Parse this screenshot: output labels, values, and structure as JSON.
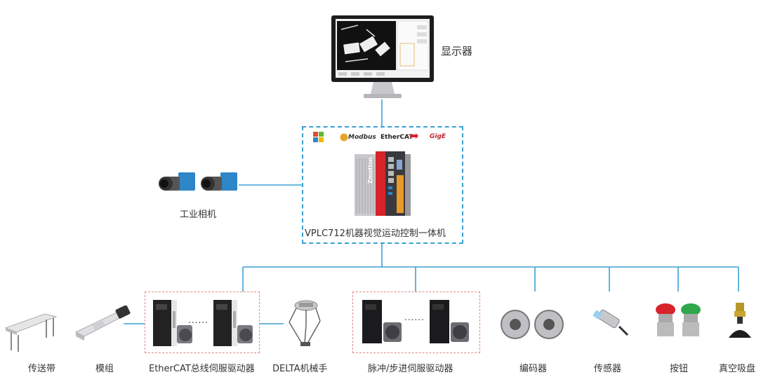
{
  "nodes": {
    "monitor": {
      "label": "显示器"
    },
    "camera": {
      "label": "工业相机"
    },
    "controller": {
      "label": "VPLC712机器视觉运动控制一体机",
      "brand": "Zmotion"
    },
    "conveyor": {
      "label": "传送带"
    },
    "module": {
      "label": "模组"
    },
    "ethercat_servo": {
      "label": "EtherCAT总线伺服驱动器"
    },
    "delta_robot": {
      "label": "DELTA机械手"
    },
    "pulse_servo": {
      "label": "脉冲/步进伺服驱动器"
    },
    "encoder": {
      "label": "编码器"
    },
    "sensor": {
      "label": "传感器"
    },
    "button": {
      "label": "按钮"
    },
    "vacuum": {
      "label": "真空吸盘"
    }
  },
  "protocols": [
    "Modbus",
    "EtherCAT",
    "GigE"
  ],
  "ellipsis": "......",
  "colors": {
    "wire": "#3aa1d4",
    "group_border": "#e08a8a",
    "brand_red": "#d8232a"
  },
  "icons": [
    "windows-logo-icon",
    "modbus-logo-icon",
    "ethercat-logo-icon",
    "gige-logo-icon"
  ]
}
